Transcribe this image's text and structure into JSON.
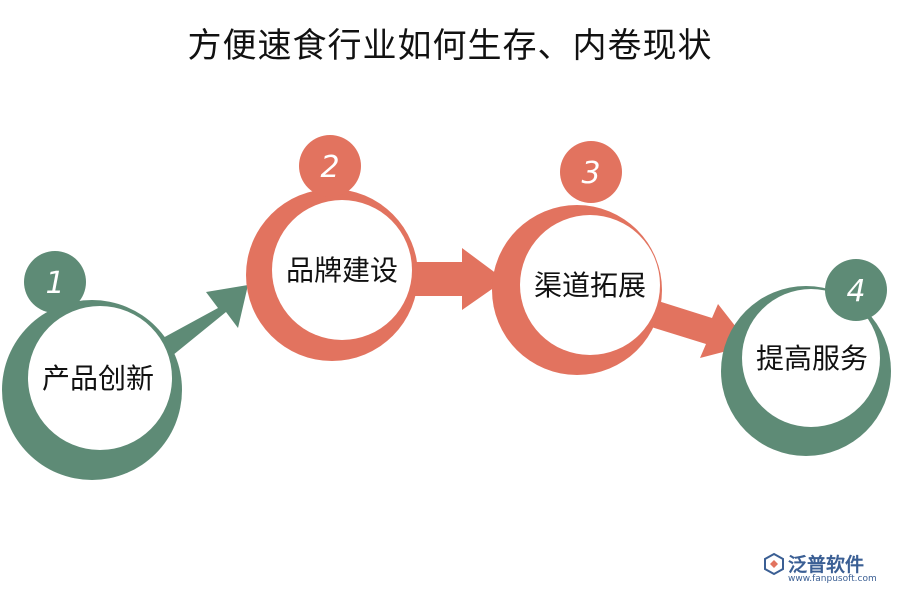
{
  "title": "方便速食行业如何生存、内卷现状",
  "colors": {
    "green": "#5e8b76",
    "salmon": "#e2735f",
    "text": "#111111",
    "logo": "#3b5f94"
  },
  "steps": [
    {
      "number": "1",
      "label": "产品创新",
      "color": "green"
    },
    {
      "number": "2",
      "label": "品牌建设",
      "color": "salmon"
    },
    {
      "number": "3",
      "label": "渠道拓展",
      "color": "salmon"
    },
    {
      "number": "4",
      "label": "提高服务",
      "color": "green"
    }
  ],
  "logo": {
    "name": "泛普软件",
    "url": "www.fanpusoft.com"
  }
}
